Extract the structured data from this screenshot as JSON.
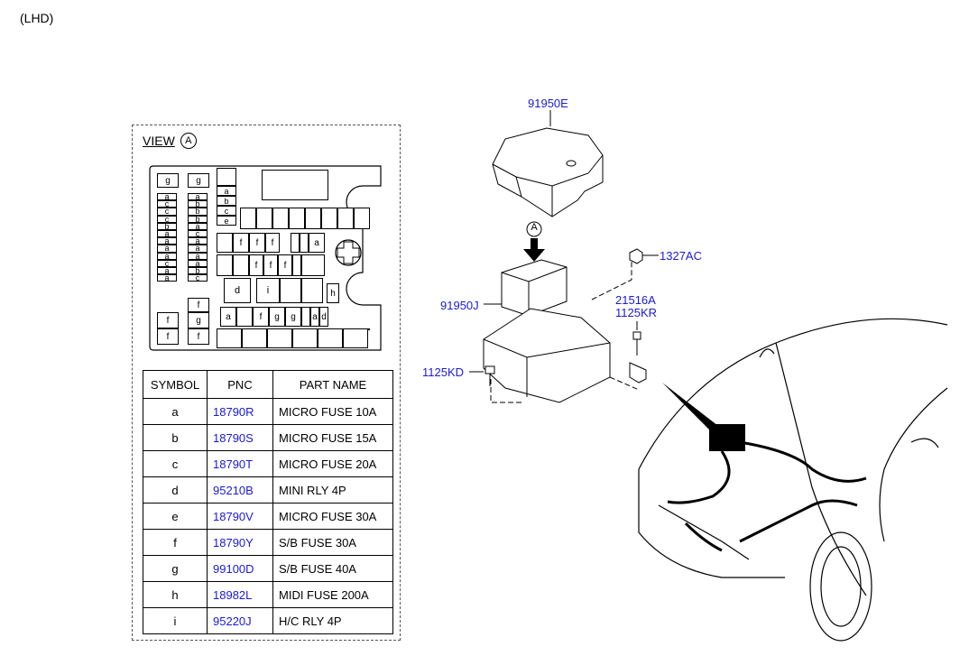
{
  "header": {
    "variant": "(LHD)"
  },
  "view": {
    "label": "VIEW",
    "marker": "A"
  },
  "board_cells": {
    "g1": "g",
    "g2": "g",
    "col1": [
      "a",
      "c",
      "c",
      "c",
      "b",
      "a",
      "a",
      "a",
      "a",
      "c",
      "a",
      "a"
    ],
    "col2": [
      "a",
      "b",
      "b",
      "b",
      "a",
      "c",
      "a",
      "a",
      "a",
      "a",
      "b",
      "c"
    ],
    "col3": [
      "a",
      "b",
      "c",
      "e"
    ],
    "row_f1": [
      "f",
      "f",
      "f"
    ],
    "row_a": "a",
    "row_f2": [
      "f",
      "f",
      "f"
    ],
    "d": "d",
    "i": "i",
    "h": "h",
    "left_bottom": [
      "f",
      "f"
    ],
    "mid_bottom": [
      "f",
      "g",
      "f"
    ],
    "row_bottom": [
      "a",
      "f",
      "g",
      "g",
      "a",
      "d"
    ]
  },
  "table": {
    "headers": [
      "SYMBOL",
      "PNC",
      "PART NAME"
    ],
    "rows": [
      {
        "symbol": "a",
        "pnc": "18790R",
        "name": "MICRO FUSE 10A"
      },
      {
        "symbol": "b",
        "pnc": "18790S",
        "name": "MICRO FUSE 15A"
      },
      {
        "symbol": "c",
        "pnc": "18790T",
        "name": "MICRO FUSE 20A"
      },
      {
        "symbol": "d",
        "pnc": "95210B",
        "name": "MINI RLY 4P"
      },
      {
        "symbol": "e",
        "pnc": "18790V",
        "name": "MICRO FUSE 30A"
      },
      {
        "symbol": "f",
        "pnc": "18790Y",
        "name": "S/B FUSE 30A"
      },
      {
        "symbol": "g",
        "pnc": "99100D",
        "name": "S/B FUSE 40A"
      },
      {
        "symbol": "h",
        "pnc": "18982L",
        "name": "MIDI FUSE 200A"
      },
      {
        "symbol": "i",
        "pnc": "95220J",
        "name": "H/C RLY 4P"
      }
    ]
  },
  "callouts": {
    "cover": "91950E",
    "marker": "A",
    "nut": "1327AC",
    "block": "91950J",
    "bracket": "21516A",
    "bolt_top": "1125KR",
    "bolt_left": "1125KD"
  },
  "colors": {
    "link": "#1a1ad6",
    "line": "#000000"
  }
}
